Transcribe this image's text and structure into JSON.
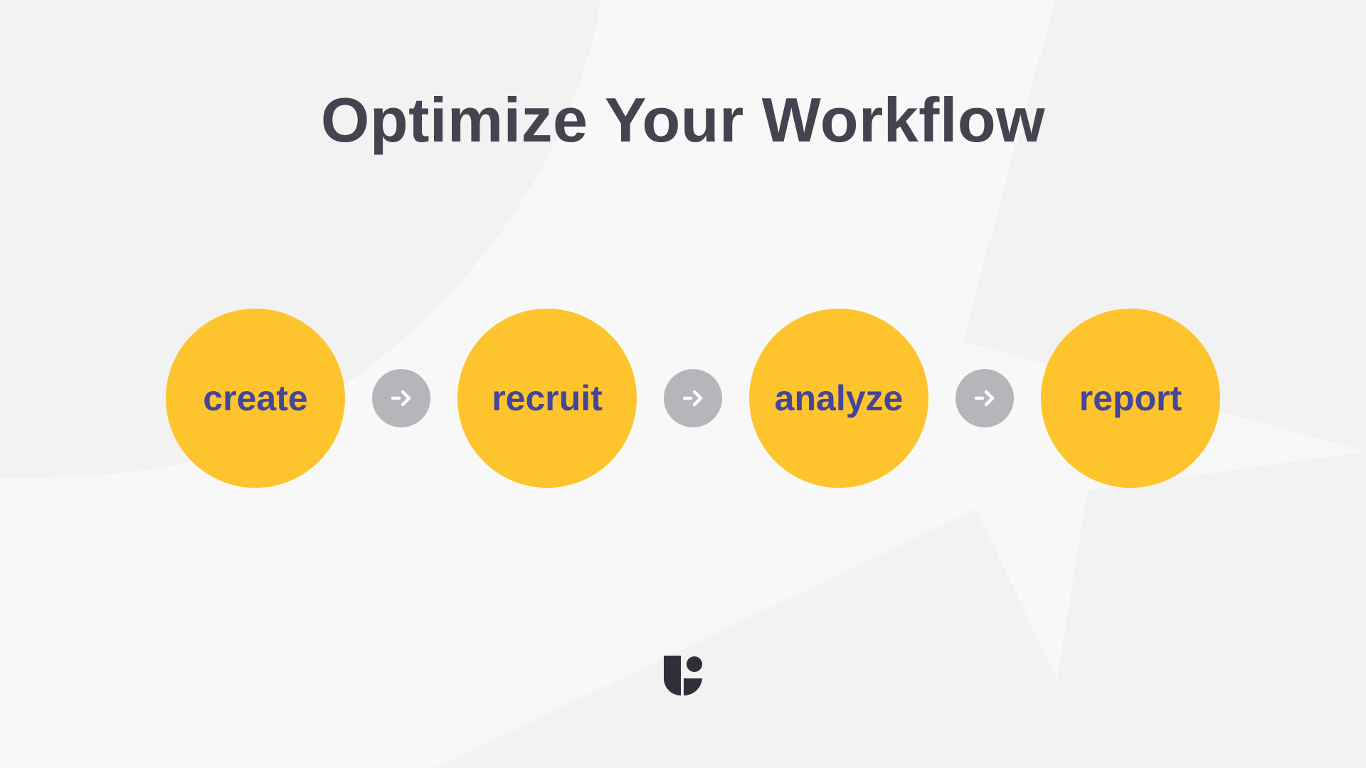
{
  "slide": {
    "title": "Optimize Your Workflow"
  },
  "steps": [
    {
      "label": "create"
    },
    {
      "label": "recruit"
    },
    {
      "label": "analyze"
    },
    {
      "label": "report"
    }
  ],
  "connectors": [
    {
      "icon": "arrow-right-icon"
    },
    {
      "icon": "arrow-right-icon"
    },
    {
      "icon": "arrow-right-icon"
    }
  ],
  "brand": {
    "logo_icon": "brand-logo-icon"
  },
  "colors": {
    "background": "#f8f8f8",
    "background_shape": "#f2f2f2",
    "title": "#44434f",
    "step_fill": "#fec42d",
    "step_text": "#44459b",
    "connector_fill": "#b5b5ba",
    "connector_arrow": "#ffffff",
    "logo": "#2f2f3a"
  }
}
